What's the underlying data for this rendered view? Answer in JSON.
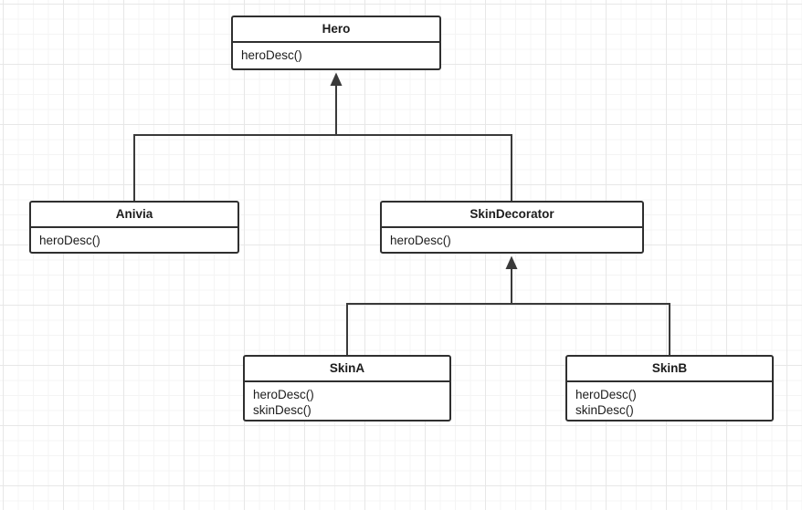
{
  "canvas": {
    "background": "#ffffff",
    "grid_minor_color": "#f4f4f4",
    "grid_major_color": "#e7e7e7"
  },
  "diagram": {
    "type": "uml-class-diagram",
    "nodes": {
      "hero": {
        "title": "Hero",
        "methods": [
          "heroDesc()"
        ]
      },
      "anivia": {
        "title": "Anivia",
        "methods": [
          "heroDesc()"
        ]
      },
      "skin_decorator": {
        "title": "SkinDecorator",
        "methods": [
          "heroDesc()"
        ]
      },
      "skin_a": {
        "title": "SkinA",
        "methods": [
          "heroDesc()",
          "skinDesc()"
        ]
      },
      "skin_b": {
        "title": "SkinB",
        "methods": [
          "heroDesc()",
          "skinDesc()"
        ]
      }
    },
    "relations": [
      {
        "from": "Anivia",
        "to": "Hero",
        "type": "generalization"
      },
      {
        "from": "SkinDecorator",
        "to": "Hero",
        "type": "generalization"
      },
      {
        "from": "SkinA",
        "to": "SkinDecorator",
        "type": "generalization"
      },
      {
        "from": "SkinB",
        "to": "SkinDecorator",
        "type": "generalization"
      }
    ],
    "colors": {
      "node_border": "#2f2f2f",
      "node_fill": "#ffffff",
      "line": "#3a3a3a",
      "text": "#1c1c1c"
    }
  }
}
